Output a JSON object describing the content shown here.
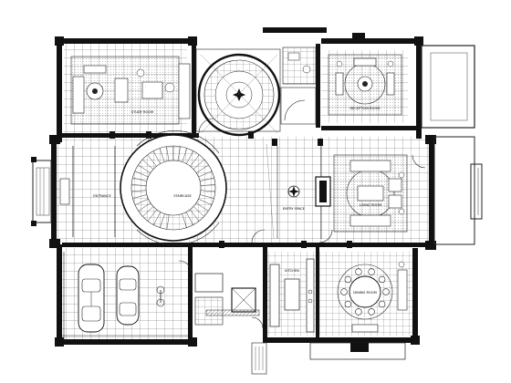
{
  "rooms": [
    {
      "id": "study",
      "label": "STUDY ROOM"
    },
    {
      "id": "reception",
      "label": "RECEPTION ROOM"
    },
    {
      "id": "entrance",
      "label": "ENTRANCE"
    },
    {
      "id": "staircase",
      "label": "STAIRCASE"
    },
    {
      "id": "entry-space",
      "label": "ENTRY SPACE"
    },
    {
      "id": "living",
      "label": "LIVING ROOM"
    },
    {
      "id": "kitchen",
      "label": "KITCHEN"
    },
    {
      "id": "dining",
      "label": "DINING ROOM"
    }
  ],
  "colors": {
    "line": "#000000",
    "background": "#ffffff"
  }
}
